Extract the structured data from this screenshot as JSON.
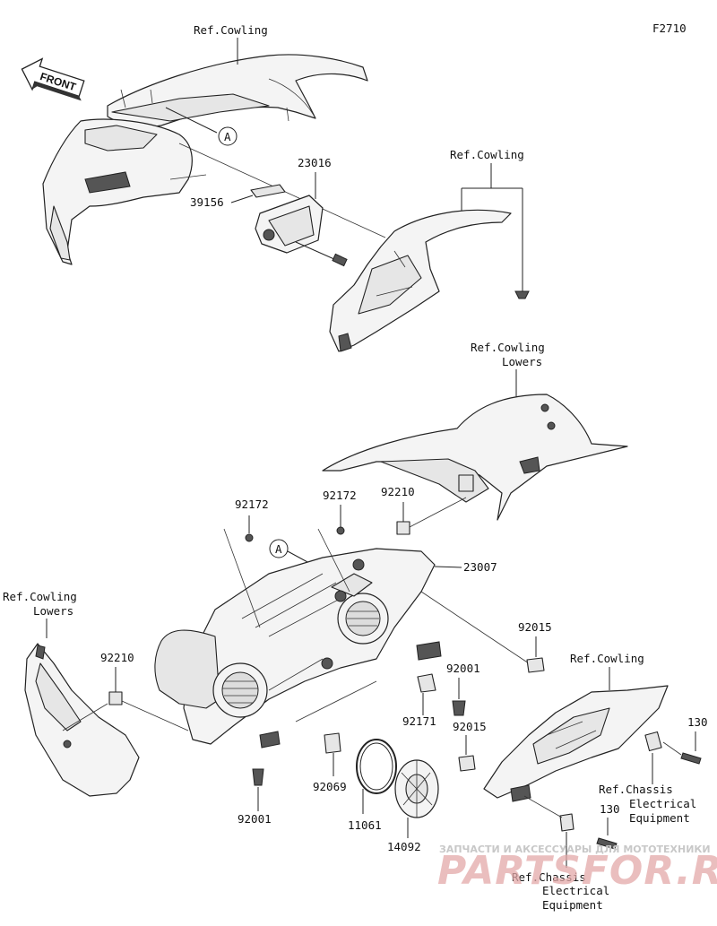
{
  "figure_code": "F2710",
  "front_label": "FRONT",
  "callouts": {
    "a1": "A",
    "a2": "A"
  },
  "labels": {
    "ref_cowling_top": "Ref.Cowling",
    "ref_cowling_mid": "Ref.Cowling",
    "ref_cowling_lowers_right_1": "Ref.Cowling",
    "ref_cowling_lowers_right_2": "Lowers",
    "ref_cowling_lowers_left_1": "Ref.Cowling",
    "ref_cowling_lowers_left_2": "Lowers",
    "ref_cowling_right": "Ref.Cowling",
    "ref_chassis_right_1": "Ref.Chassis",
    "ref_chassis_right_2": "Electrical",
    "ref_chassis_right_3": "Equipment",
    "ref_chassis_bottom_1": "Ref.Chassis",
    "ref_chassis_bottom_2": "Electrical",
    "ref_chassis_bottom_3": "Equipment"
  },
  "parts": {
    "p23016": "23016",
    "p39156": "39156",
    "p92172a": "92172",
    "p92172b": "92172",
    "p92210a": "92210",
    "p23007": "23007",
    "p92210b": "92210",
    "p92015a": "92015",
    "p92001a": "92001",
    "p92171": "92171",
    "p92015b": "92015",
    "p130a": "130",
    "p92069": "92069",
    "p92001b": "92001",
    "p11061": "11061",
    "p14092": "14092",
    "p130b": "130"
  },
  "watermark": {
    "line1": "ЗАПЧАСТИ И АКСЕССУАРЫ ДЛЯ МОТОТЕХНИКИ",
    "line2": "PARTSFOR.RU"
  }
}
